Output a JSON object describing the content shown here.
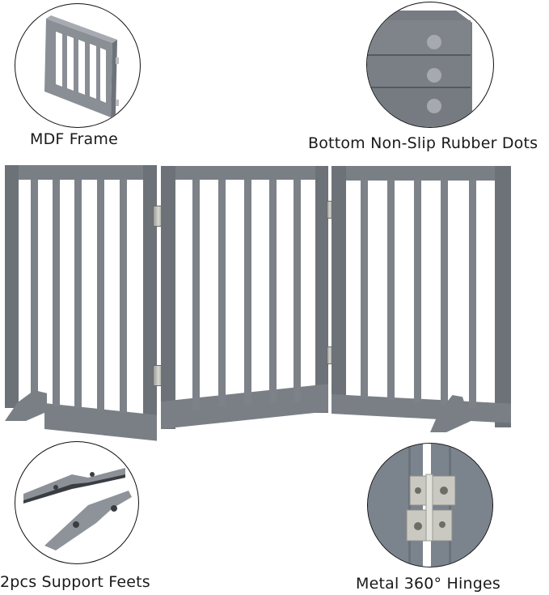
{
  "features": [
    {
      "id": "mdf-frame",
      "label": "MDF Frame",
      "icon": "gate-panel-icon"
    },
    {
      "id": "rubber-dots",
      "label": "Bottom Non-Slip Rubber Dots",
      "icon": "rubber-dots-icon"
    },
    {
      "id": "support-feet",
      "label": "2pcs Support Feets",
      "icon": "support-feet-icon"
    },
    {
      "id": "hinges",
      "label": "Metal 360° Hinges",
      "icon": "hinge-icon"
    }
  ],
  "product": {
    "name": "3-panel folding pet gate",
    "panels": 3,
    "color": "#7d8289"
  }
}
